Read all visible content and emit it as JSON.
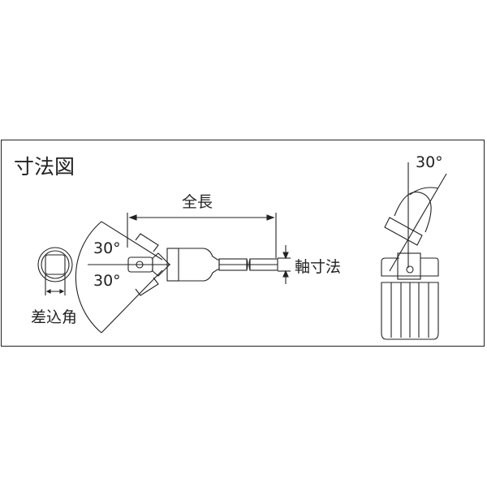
{
  "title": "寸法図",
  "labels": {
    "overall_length": "全長",
    "shaft_size": "軸寸法",
    "drive_size": "差込角",
    "angle_upper": "30°",
    "angle_lower": "30°",
    "angle_side": "30°"
  },
  "colors": {
    "line": "#222222",
    "background": "#ffffff"
  }
}
